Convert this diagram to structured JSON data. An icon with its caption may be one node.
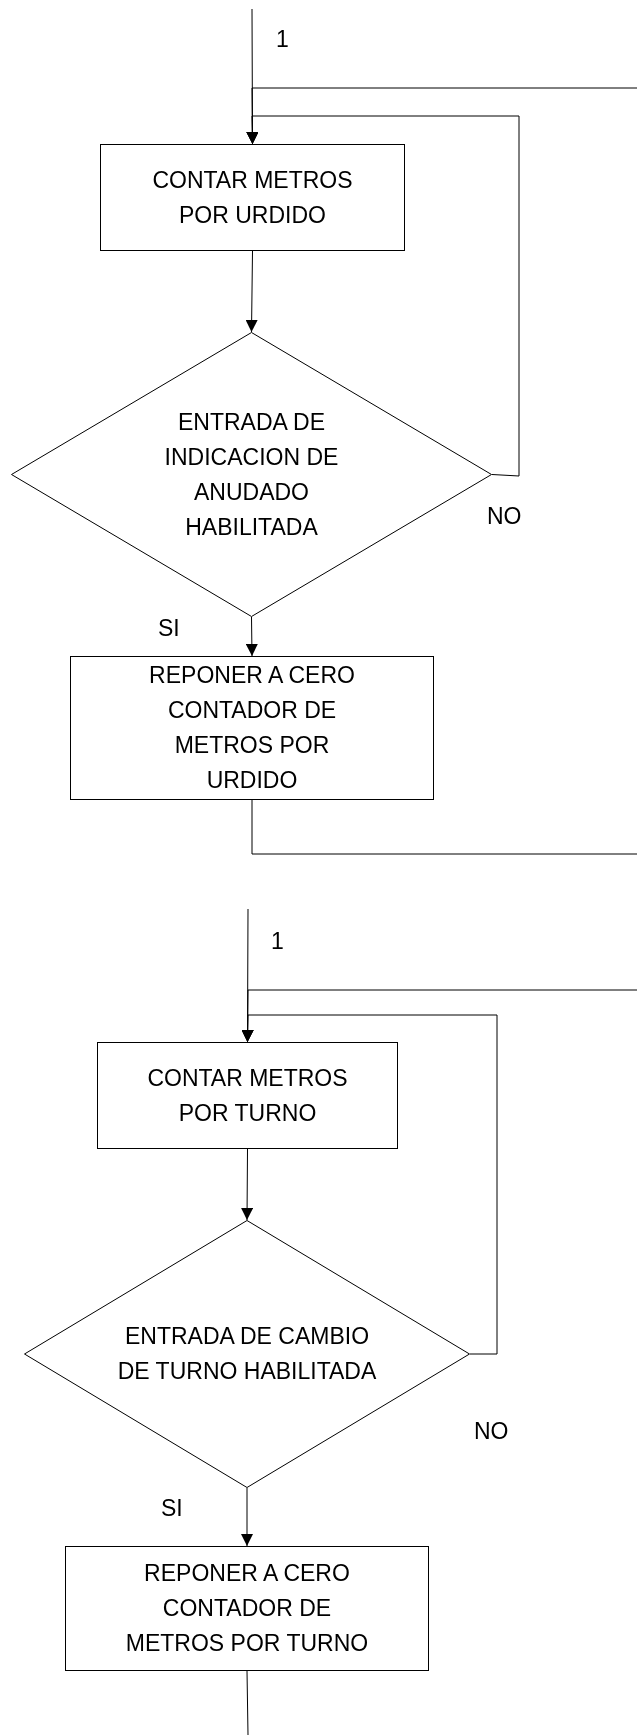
{
  "diagram": {
    "nodes": [
      {
        "text": [
          "CONTAR METROS POR URDIDO"
        ]
      },
      {
        "text": [
          "ENTRADA DE INDICACION DE ANUDADO HABILITADA"
        ]
      },
      {
        "text": [
          "REPONER A CERO CONTADOR DE METROS POR URDIDO"
        ]
      },
      {
        "text": [
          "CONTAR METROS POR TURNO"
        ]
      },
      {
        "text": [
          "ENTRADA DE CAMBIO DE TURNO HABILITADA"
        ]
      },
      {
        "text": [
          "REPONER A CERO CONTADOR DE METROS POR TURNO"
        ]
      }
    ],
    "edges": [
      {
        "from": null,
        "to": 0,
        "arrow": "to"
      },
      {
        "from": null,
        "to": 0,
        "arrow": "to"
      },
      {
        "from": 1,
        "to": 0,
        "arrow": "to",
        "label": "NO"
      },
      {
        "from": 0,
        "to": 1,
        "arrow": "to"
      },
      {
        "from": 1,
        "to": 2,
        "arrow": "to",
        "label": "SI"
      },
      {
        "from": 2,
        "to": null,
        "arrow": "none"
      },
      {
        "from": null,
        "to": 3,
        "arrow": "to"
      },
      {
        "from": null,
        "to": 3,
        "arrow": "to"
      },
      {
        "from": 4,
        "to": 3,
        "arrow": "to",
        "label": "NO"
      },
      {
        "from": 3,
        "to": 4,
        "arrow": "to"
      },
      {
        "from": 4,
        "to": 5,
        "arrow": "to",
        "label": "SI"
      },
      {
        "from": 5,
        "to": null,
        "arrow": "none"
      }
    ],
    "labels": [
      "1",
      "1"
    ]
  }
}
